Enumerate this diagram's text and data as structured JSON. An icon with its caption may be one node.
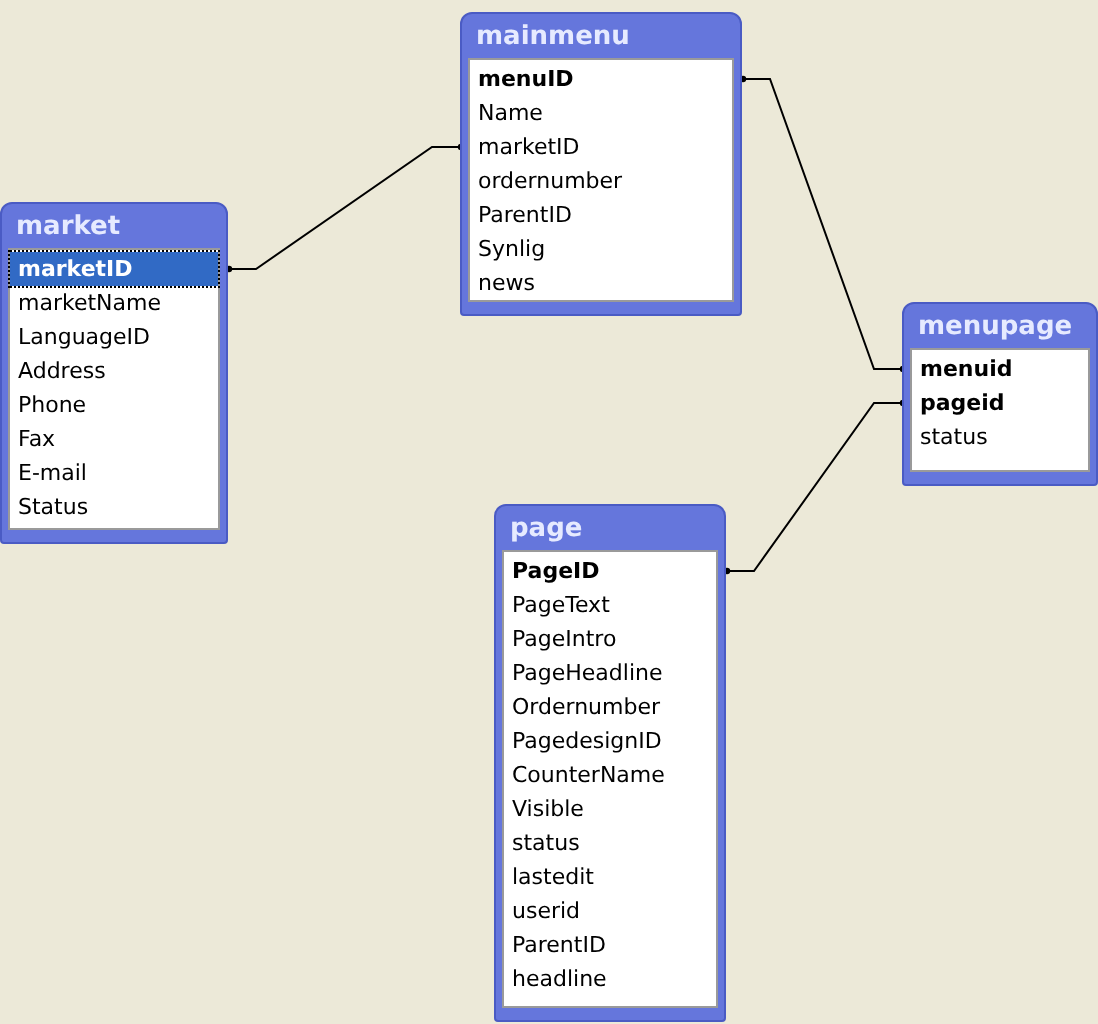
{
  "diagram": {
    "nodes": [
      {
        "text": [
          "mainmenu",
          "menuID",
          "Name",
          "marketID",
          "ordernumber",
          "ParentID",
          "Synlig",
          "news"
        ]
      },
      {
        "text": [
          "market",
          "marketID",
          "marketName",
          "LanguageID",
          "Address",
          "Phone",
          "Fax",
          "E-mail",
          "Status"
        ]
      },
      {
        "text": [
          "menupage",
          "menuid",
          "pageid",
          "status"
        ]
      },
      {
        "text": [
          "page",
          "PageID",
          "PageText",
          "PageIntro",
          "PageHeadline",
          "Ordernumber",
          "PagedesignID",
          "CounterName",
          "Visible",
          "status",
          "lastedit",
          "userid",
          "ParentID",
          "headline"
        ]
      }
    ],
    "edges": [
      {
        "from": 1,
        "to": 0,
        "arrow": "other"
      },
      {
        "from": 0,
        "to": 2,
        "arrow": "other"
      },
      {
        "from": 3,
        "to": 2,
        "arrow": "other"
      }
    ]
  }
}
